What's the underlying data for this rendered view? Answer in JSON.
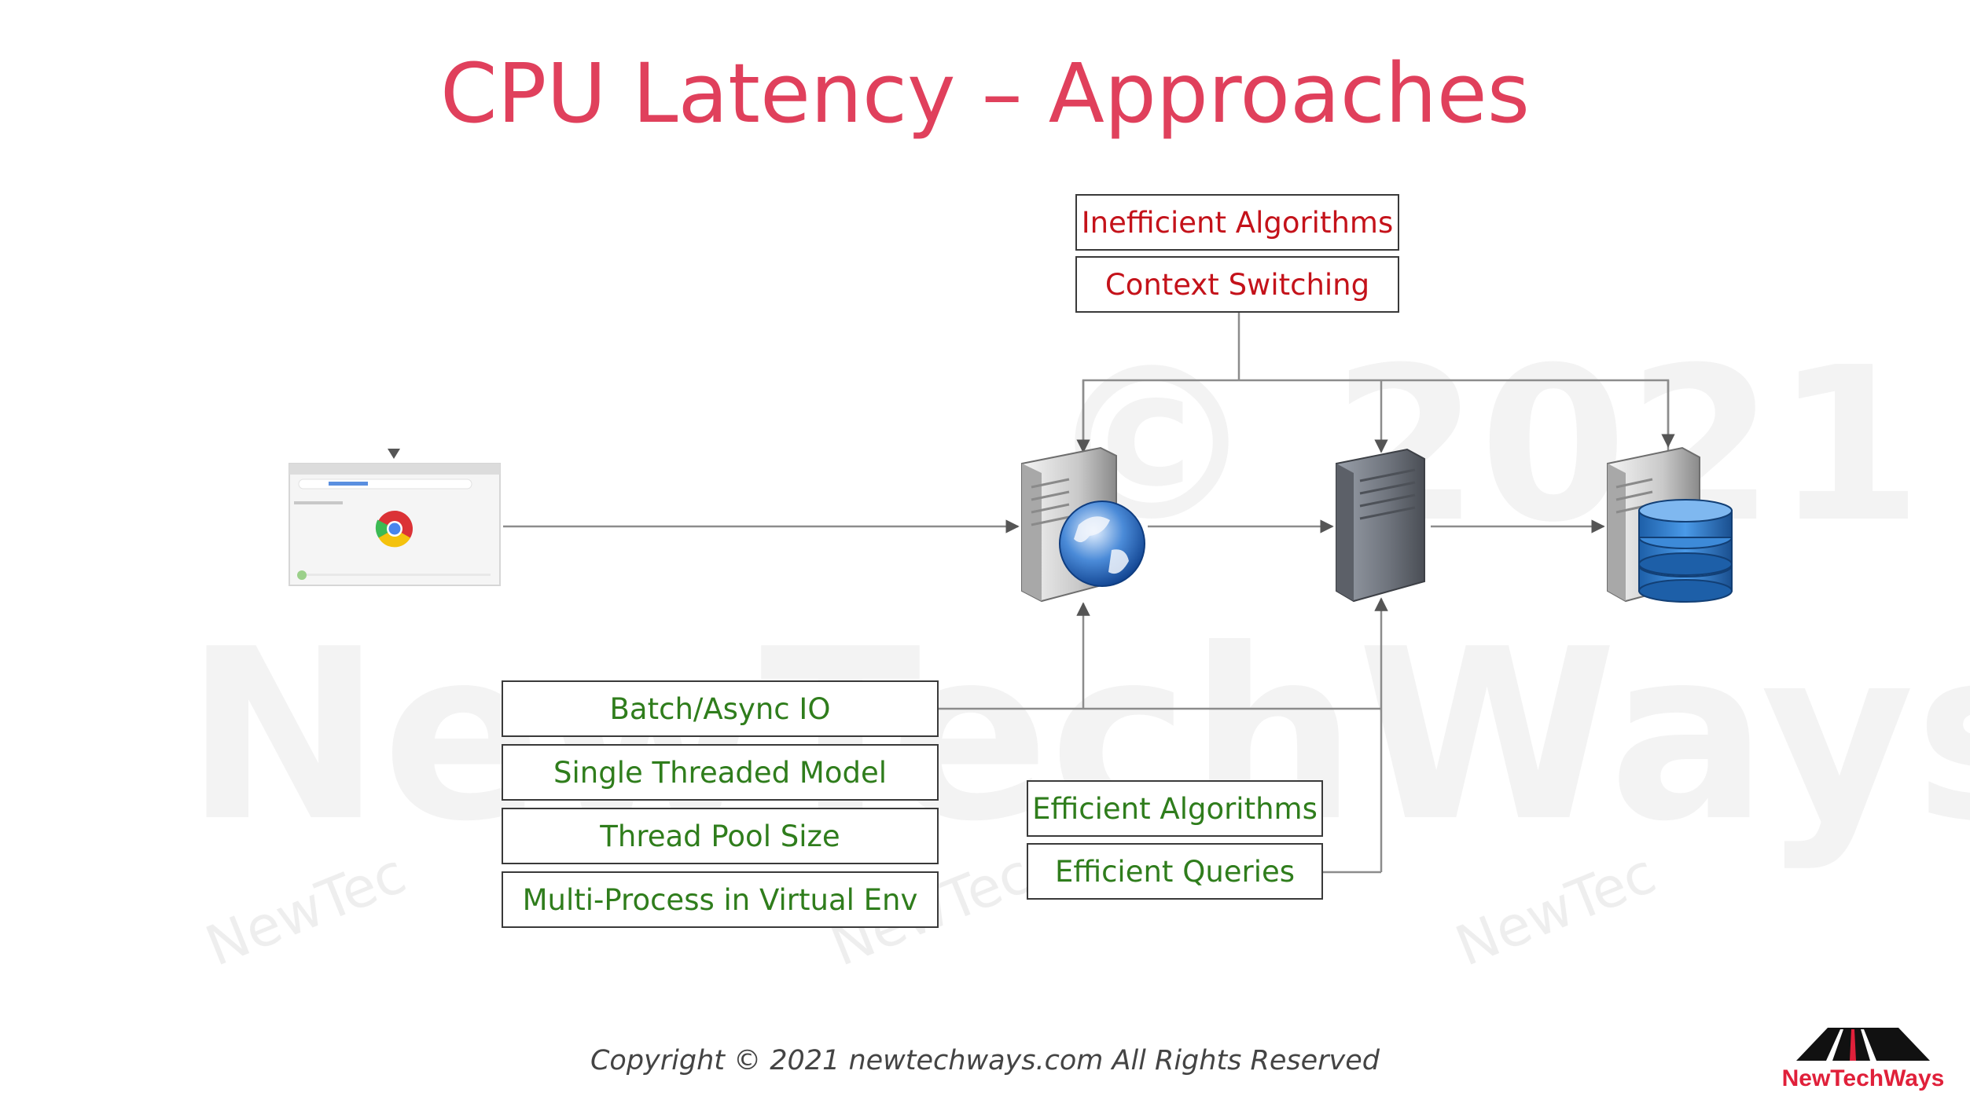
{
  "title": "CPU Latency – Approaches",
  "problems": [
    {
      "label": "Inefficient Algorithms"
    },
    {
      "label": "Context Switching"
    }
  ],
  "app_server_approaches": [
    {
      "label": "Batch/Async IO"
    },
    {
      "label": "Single Threaded Model"
    },
    {
      "label": "Thread Pool Size"
    },
    {
      "label": "Multi-Process in Virtual Env"
    }
  ],
  "service_approaches": [
    {
      "label": "Efficient Algorithms"
    },
    {
      "label": "Efficient Queries"
    }
  ],
  "footer": "Copyright © 2021 newtechways.com All Rights Reserved",
  "logo_text": "NewTechWays",
  "watermark": {
    "big": "NewTechWays",
    "year": "© 2021",
    "small": "NewTec"
  },
  "colors": {
    "title": "#e0405c",
    "problem": "#c4121a",
    "approach": "#2f7d1c"
  },
  "icons": [
    "browser-window-icon",
    "web-server-icon",
    "app-server-icon",
    "database-server-icon"
  ]
}
